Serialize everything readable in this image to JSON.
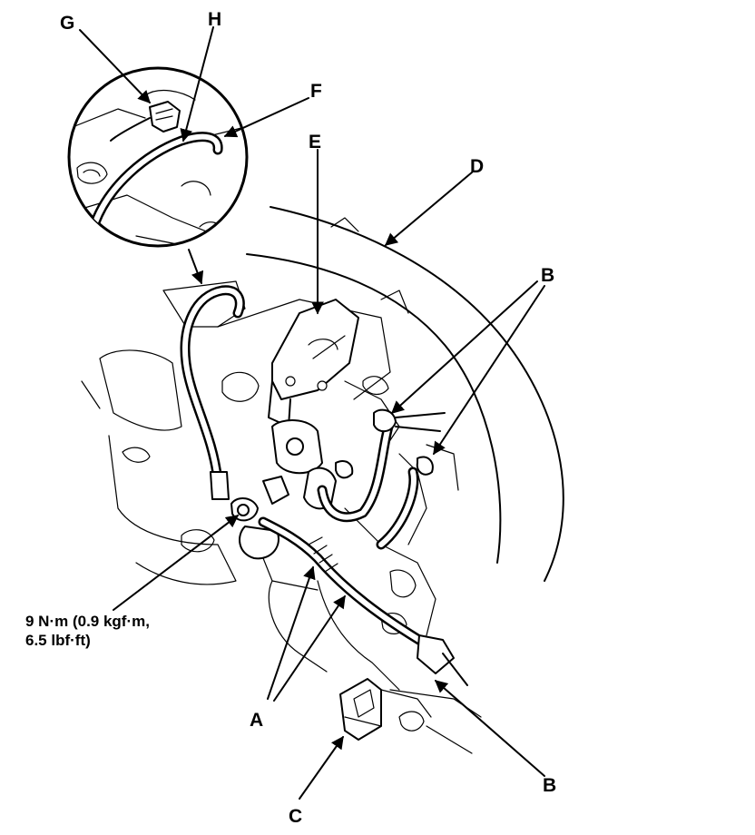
{
  "callouts": {
    "A": "A",
    "B_upper": "B",
    "B_lower": "B",
    "C": "C",
    "D": "D",
    "E": "E",
    "F": "F",
    "G": "G",
    "H": "H"
  },
  "torque": {
    "line1": "9 N·m (0.9 kgf·m,",
    "line2": "6.5 lbf·ft)"
  },
  "colors": {
    "ink": "#000000",
    "paper": "#ffffff"
  }
}
